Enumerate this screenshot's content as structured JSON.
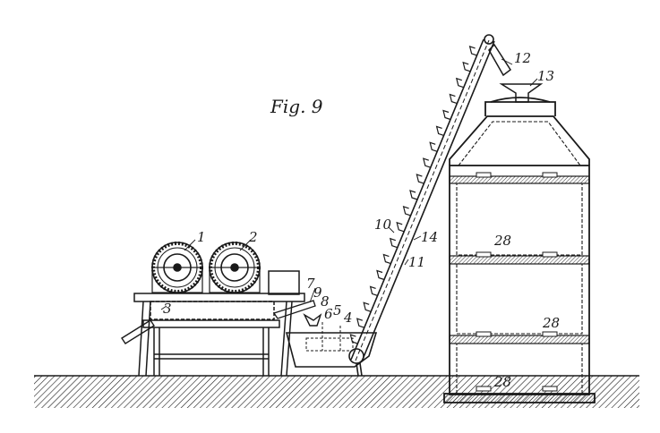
{
  "figure": {
    "title": "Fig. 9"
  },
  "labels": {
    "l1": "1",
    "l2": "2",
    "l3": "3",
    "l4": "4",
    "l5": "5",
    "l6": "6",
    "l7": "7",
    "l8": "8",
    "l9": "9",
    "l10": "10",
    "l11": "11",
    "l12": "12",
    "l13": "13",
    "l14": "14",
    "l28a": "28",
    "l28b": "28",
    "l28c": "28"
  },
  "colors": {
    "ink": "#1a1a1a",
    "paper": "#ffffff"
  }
}
